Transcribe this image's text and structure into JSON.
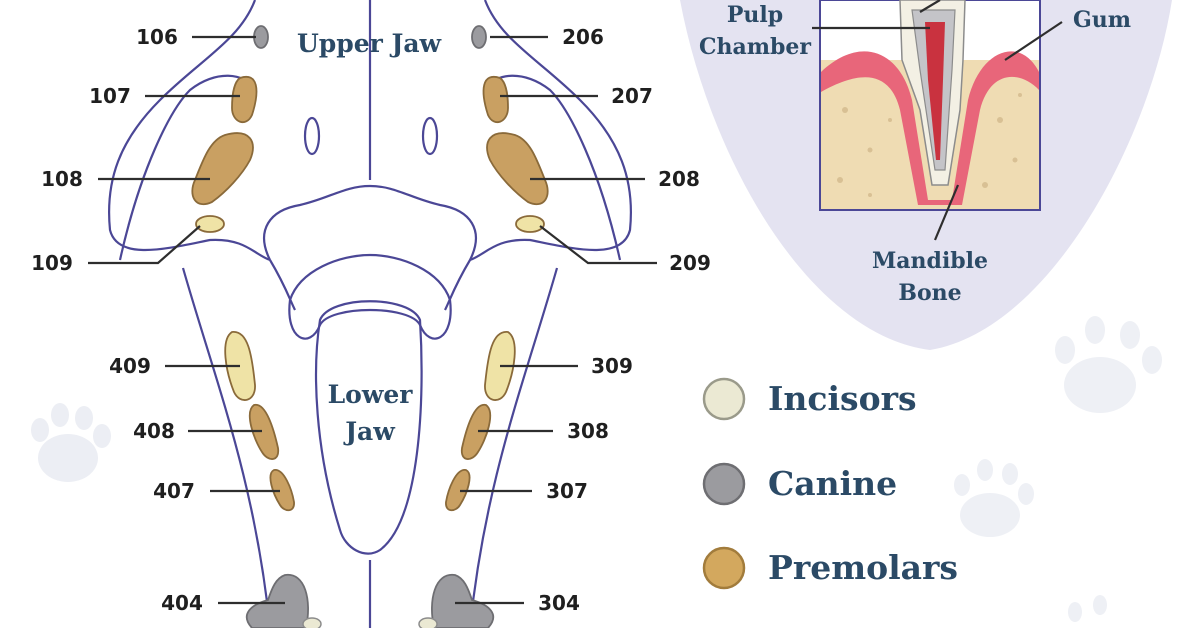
{
  "jaw_labels": {
    "upper": "Upper Jaw",
    "lower_line1": "Lower",
    "lower_line2": "Jaw"
  },
  "tooth_labels": {
    "t106": "106",
    "t206": "206",
    "t107": "107",
    "t207": "207",
    "t108": "108",
    "t208": "208",
    "t109": "109",
    "t209": "209",
    "t409": "409",
    "t309": "309",
    "t408": "408",
    "t308": "308",
    "t407": "407",
    "t307": "307",
    "t404": "404",
    "t304": "304"
  },
  "tooth_anatomy": {
    "pulp_line1": "Pulp",
    "pulp_line2": "Chamber",
    "gum": "Gum",
    "bone_line1": "Mandible",
    "bone_line2": "Bone"
  },
  "legend": {
    "incisors": "Incisors",
    "canine": "Canine",
    "premolars": "Premolars"
  },
  "colors": {
    "incisor": "#ebe9d3",
    "canine": "#9b9b9f",
    "premolar": "#c9a062",
    "outline": "#4b4796",
    "heading": "#2b4a66",
    "inset_background": "#e4e3f1"
  }
}
